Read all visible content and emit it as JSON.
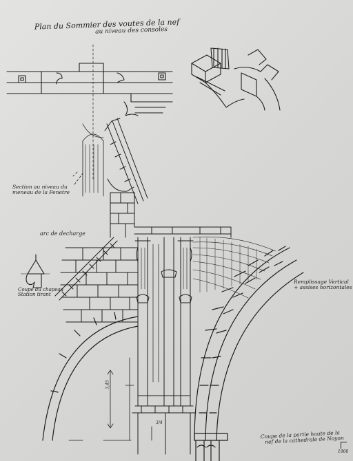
{
  "sheet": {
    "title_line1": "Plan du Sommier des voutes de la nef",
    "title_line2": "au niveau des consoles",
    "section_note_line1": "Section au niveau du",
    "section_note_line2": "meneau de la Fenetre",
    "arch_note": "arc de decharge",
    "coping_note_line1": "Coupe du chapeau",
    "coping_note_line2": "Station tirant",
    "fill_note_line1": "Remplissage Vertical",
    "fill_note_line2": "+ assises horizontales",
    "caption_line1": "Coupe de la partie haute de la",
    "caption_line2": "nef de la cathedrale de Noyon",
    "dimension_label": "3,45",
    "dimension_label_2": "3/4",
    "date": "1900"
  },
  "colors": {
    "paper": "#dcdcda",
    "ink": "#1d1d1d"
  }
}
